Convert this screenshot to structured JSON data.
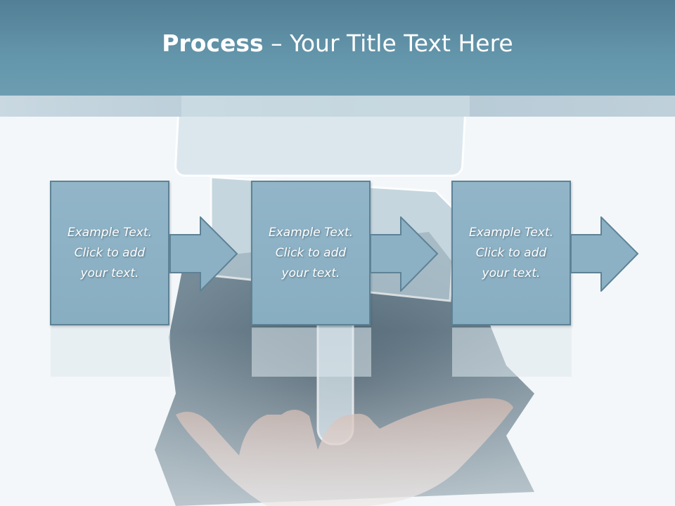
{
  "slide": {
    "title_bold": "Process",
    "title_rest": " – Your Title Text Here"
  },
  "steps": [
    {
      "line1": "Example Text.",
      "line2": "Click  to add",
      "line3": "your text."
    },
    {
      "line1": "Example Text.",
      "line2": "Click  to add",
      "line3": "your text."
    },
    {
      "line1": "Example Text.",
      "line2": "Click  to add",
      "line3": "your text."
    }
  ],
  "colors": {
    "title_bar": "#6496ab",
    "box_fill": "#8fb3c6",
    "box_border": "#5e8296",
    "text": "#ffffff"
  }
}
